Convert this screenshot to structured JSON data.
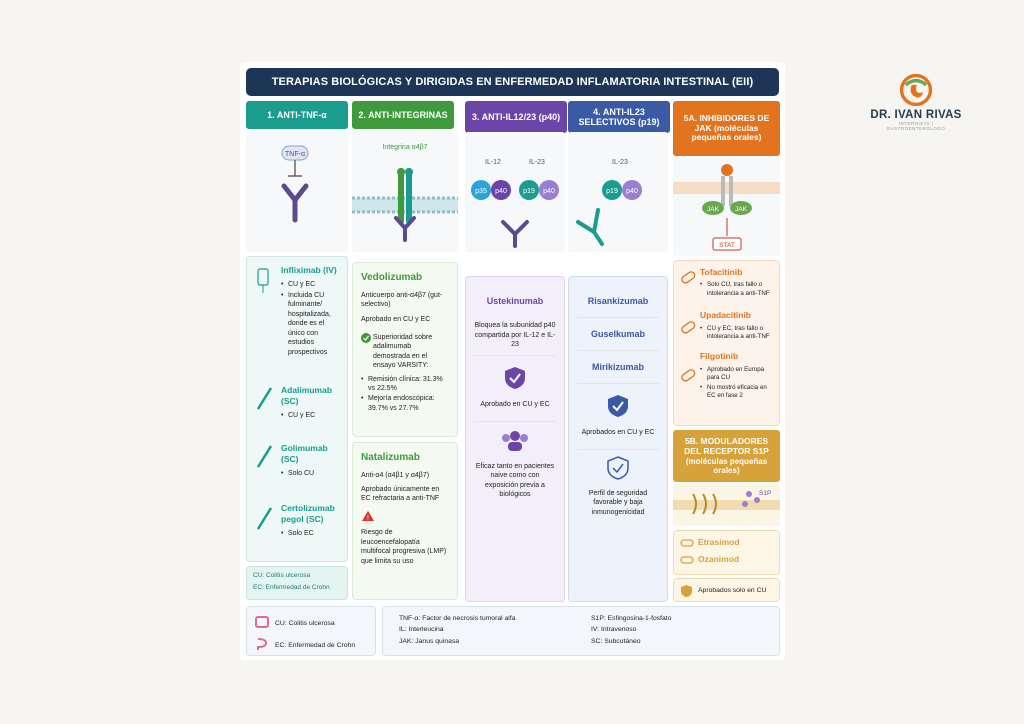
{
  "title": "TERAPIAS BIOLÓGICAS Y DIRIGIDAS EN ENFERMEDAD INFLAMATORIA INTESTINAL (EII)",
  "logo": {
    "name": "DR. IVAN RIVAS",
    "subtitle": "INTERNISTA | GASTROENTERÓLOGO"
  },
  "colors": {
    "teal": "#1a9c8f",
    "green": "#3f9a3c",
    "purple": "#6b45a8",
    "blue": "#3a5aa6",
    "orange": "#e2731f",
    "gold": "#d8a23a",
    "navy": "#1d3557"
  },
  "columns": [
    {
      "header": "1. ANTI-TNF-α"
    },
    {
      "header": "2. ANTI-INTEGRINAS"
    },
    {
      "header": "3. ANTI-IL12/23 (p40)"
    },
    {
      "header": "4. ANTI-IL23 SELECTIVOS (p19)"
    },
    {
      "header": "5A. INHIBIDORES DE JAK (moléculas pequeñas orales)"
    }
  ],
  "illus": {
    "tnf": "TNF-α",
    "integrina": "Integrina α4β7",
    "il12": "IL-12",
    "il23": "IL-23",
    "p35": "p35",
    "p40": "p40",
    "p19": "p19",
    "jak": "JAK",
    "stat": "STAT",
    "s1p": "S1P"
  },
  "col1": {
    "drugs": [
      {
        "name": "Infliximab (IV)",
        "items": [
          "CU y EC",
          "Incluida CU fulminante/ hospitalizada, donde es el único con estudios prospectivos"
        ]
      },
      {
        "name": "Adalimumab (SC)",
        "items": [
          "CU y EC"
        ]
      },
      {
        "name": "Golimumab (SC)",
        "items": [
          "Solo CU"
        ]
      },
      {
        "name": "Certolizumab pegol (SC)",
        "items": [
          "Solo EC"
        ]
      }
    ],
    "legend_cu": "CU: Colitis ulcerosa",
    "legend_ec": "EC: Enfermedad de Crohn"
  },
  "col2": {
    "vedo_name": "Vedolizumab",
    "vedo_desc": "Anticuerpo anti-α4β7 (gut-selectivo)",
    "vedo_approved": "Aprobado en CU y EC",
    "vedo_varsity": "Superioridad sobre adalimumab demostrada en el ensayo VARSITY:",
    "vedo_items": [
      "Remisión clínica: 31.3% vs 22.5%",
      "Mejoría endoscópica: 39.7% vs 27.7%"
    ],
    "nata_name": "Natalizumab",
    "nata_desc": "Anti-α4 (α4β1 y α4β7)",
    "nata_approved": "Aprobado únicamente en EC refractaria a anti-TNF",
    "nata_warning": "Riesgo de leucoencefalopatía multifocal progresiva (LMP) que limita su uso"
  },
  "col3": {
    "name": "Ustekinumab",
    "desc": "Bloquea la subunidad p40 compartida por IL-12 e IL-23",
    "approved": "Aprobado en CU y EC",
    "efficacy": "Eficaz tanto en pacientes naive como con exposición previa a biológicos"
  },
  "col4": {
    "drugs": [
      "Risankizumab",
      "Guselkumab",
      "Mirikizumab"
    ],
    "approved": "Aprobados en CU y EC",
    "safety": "Perfil de seguridad favorable y baja inmunogenicidad"
  },
  "col5": {
    "drugs": [
      {
        "name": "Tofacitinib",
        "items": [
          "Solo CU, tras fallo o intolerancia a anti-TNF"
        ]
      },
      {
        "name": "Upadacitinib",
        "items": [
          "CU y EC, tras fallo o intolerancia a anti-TNF"
        ]
      },
      {
        "name": "Filgotinib",
        "items": [
          "Aprobado en Europa para CU",
          "No mostró eficacia en EC en fase 2"
        ]
      }
    ],
    "s1p_header": "5B. MODULADORES DEL RECEPTOR S1P",
    "s1p_sub": "(moléculas pequeñas orales)",
    "s1p_drugs": [
      "Etrasimod",
      "Ozanimod"
    ],
    "s1p_approved": "Aprobados solo en CU"
  },
  "footer": {
    "cu": "CU: Colitis ulcerosa",
    "ec": "EC: Enfermedad de Crohn",
    "abbr": [
      "TNF-α: Factor de necrosis tumoral alfa",
      "IL: Interleucina",
      "JAK: Janus quinasa",
      "S1P: Esfingosina-1-fosfato",
      "IV: Intravenoso",
      "SC: Subcutáneo"
    ]
  }
}
